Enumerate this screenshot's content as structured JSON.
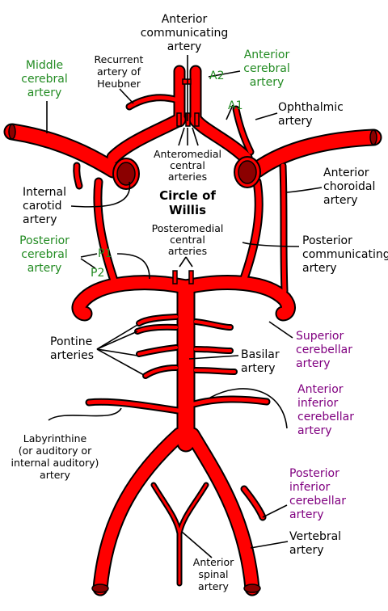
{
  "colors": {
    "artery_fill": "#ff0000",
    "artery_outline": "#000000",
    "vessel_lumen": "#8b0000",
    "green_label": "#228b22",
    "purple_label": "#800080",
    "text": "#000000",
    "background": "#ffffff"
  },
  "title": [
    "Circle of",
    "Willis"
  ],
  "labels": {
    "anterior_communicating": [
      "Anterior",
      "communicating",
      "artery"
    ],
    "anterior_cerebral": [
      "Anterior",
      "cerebral",
      "artery"
    ],
    "a2": "A2",
    "a1": "A1",
    "recurrent_heubner": [
      "Recurrent",
      "artery of",
      "Heubner"
    ],
    "middle_cerebral": [
      "Middle",
      "cerebral",
      "artery"
    ],
    "ophthalmic": [
      "Ophthalmic",
      "artery"
    ],
    "anteromedial_central": [
      "Anteromedial",
      "central",
      "arteries"
    ],
    "internal_carotid": [
      "Internal",
      "carotid",
      "artery"
    ],
    "anterior_choroidal": [
      "Anterior",
      "choroidal",
      "artery"
    ],
    "posteromedial_central": [
      "Posteromedial",
      "central",
      "arteries"
    ],
    "posterior_cerebral": [
      "Posterior",
      "cerebral",
      "artery"
    ],
    "p1": "P1",
    "p2": "P2",
    "posterior_communicating": [
      "Posterior",
      "communicating",
      "artery"
    ],
    "pontine": [
      "Pontine",
      "arteries"
    ],
    "superior_cerebellar": [
      "Superior",
      "cerebellar",
      "artery"
    ],
    "basilar": [
      "Basilar",
      "artery"
    ],
    "anterior_inferior_cerebellar": [
      "Anterior",
      "inferior",
      "cerebellar",
      "artery"
    ],
    "labyrinthine": [
      "Labyrinthine",
      "(or auditory or",
      "internal auditory)",
      "artery"
    ],
    "posterior_inferior_cerebellar": [
      "Posterior",
      "inferior",
      "cerebellar",
      "artery"
    ],
    "vertebral": [
      "Vertebral",
      "artery"
    ],
    "anterior_spinal": [
      "Anterior",
      "spinal",
      "artery"
    ]
  }
}
